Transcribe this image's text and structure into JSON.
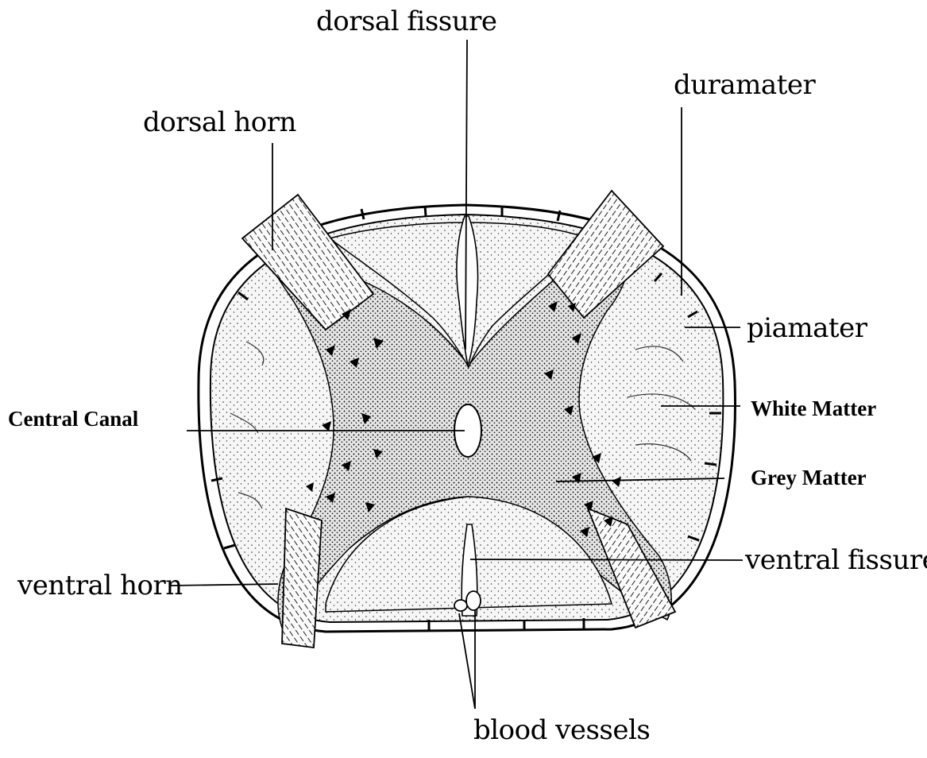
{
  "diagram": {
    "labels": {
      "dorsal_fissure": "dorsal fissure",
      "duramater": "duramater",
      "dorsal_horn": "dorsal horn",
      "piamater": "piamater",
      "white_matter": "White Matter",
      "central_canal": "Central Canal",
      "grey_matter": "Grey Matter",
      "ventral_fissure": "ventral fissure",
      "ventral_horn": "ventral horn",
      "blood_vessels": "blood vessels"
    },
    "colors": {
      "ink": "#000000",
      "tissue": "#f3f3f3",
      "background": "#ffffff"
    }
  }
}
